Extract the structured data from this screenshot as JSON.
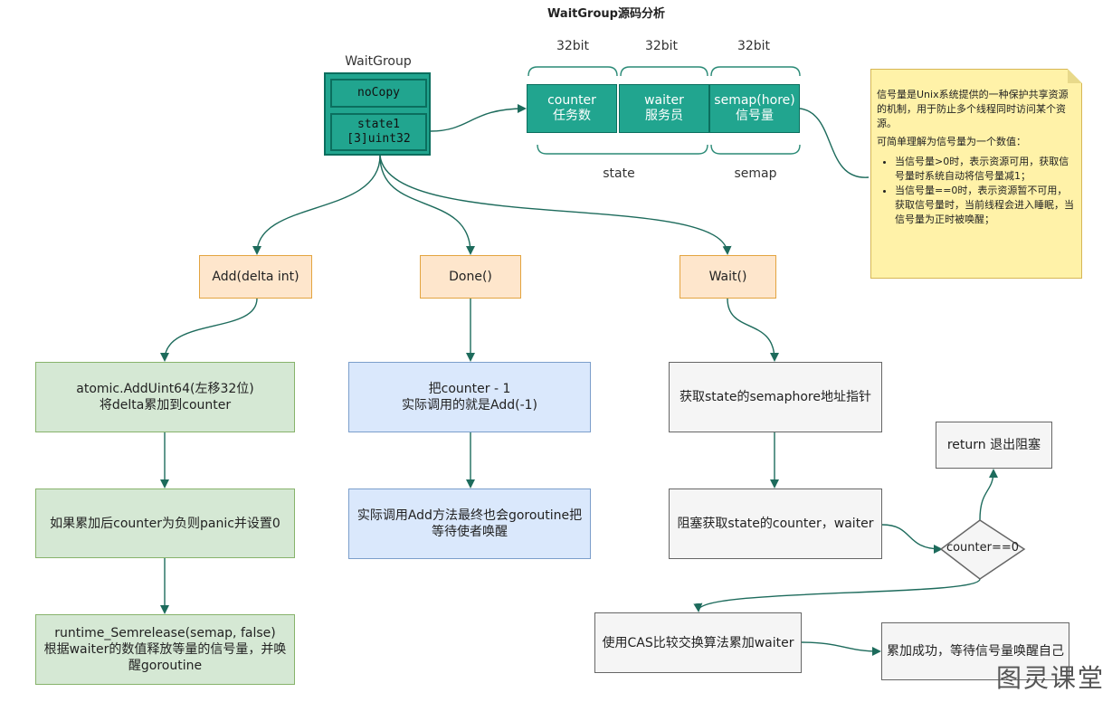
{
  "title": "WaitGroup源码分析",
  "struct": {
    "label": "WaitGroup",
    "field1": "noCopy",
    "field2_line1": "state1",
    "field2_line2": "[3]uint32"
  },
  "layout_bits": {
    "seg1_bits": "32bit",
    "seg2_bits": "32bit",
    "seg3_bits": "32bit",
    "seg1_line1": "counter",
    "seg1_line2": "任务数",
    "seg2_line1": "waiter",
    "seg2_line2": "服务员",
    "seg3_line1": "semap(hore)",
    "seg3_line2": "信号量",
    "group1": "state",
    "group2": "semap"
  },
  "note": {
    "p1": "信号量是Unix系统提供的一种保护共享资源的机制，用于防止多个线程同时访问某个资源。",
    "p2": "可简单理解为信号量为一个数值：",
    "b1": "当信号量>0时，表示资源可用，获取信号量时系统自动将信号量减1；",
    "b2": "当信号量==0时，表示资源暂不可用，获取信号量时，当前线程会进入睡眠，当信号量为正时被唤醒；"
  },
  "methods": {
    "add": "Add(delta int)",
    "done": "Done()",
    "wait": "Wait()"
  },
  "add_steps": {
    "s1_line1": "atomic.AddUint64(左移32位)",
    "s1_line2": "将delta累加到counter",
    "s2": "如果累加后counter为负则panic并设置0",
    "s3_line1": "runtime_Semrelease(semap, false)",
    "s3_line2": "根据waiter的数值释放等量的信号量，并唤醒goroutine"
  },
  "done_steps": {
    "s1_line1": "把counter - 1",
    "s1_line2": "实际调用的就是Add(-1)",
    "s2": "实际调用Add方法最终也会goroutine把等待使者唤醒"
  },
  "wait_steps": {
    "s1": "获取state的semaphore地址指针",
    "s2": "阻塞获取state的counter，waiter",
    "decision": "counter==0",
    "ret": "return 退出阻塞",
    "cas": "使用CAS比较交换算法累加waiter",
    "done": "累加成功，等待信号量唤醒自己"
  },
  "watermark": "图灵课堂",
  "colors": {
    "teal": "#21a58f",
    "link": "#1d6b5c",
    "orange_fill": "#fee6cc",
    "green_fill": "#d5e8d4",
    "blue_fill": "#dae8fc",
    "grey_fill": "#f5f5f5",
    "note_fill": "#fff2a8"
  }
}
